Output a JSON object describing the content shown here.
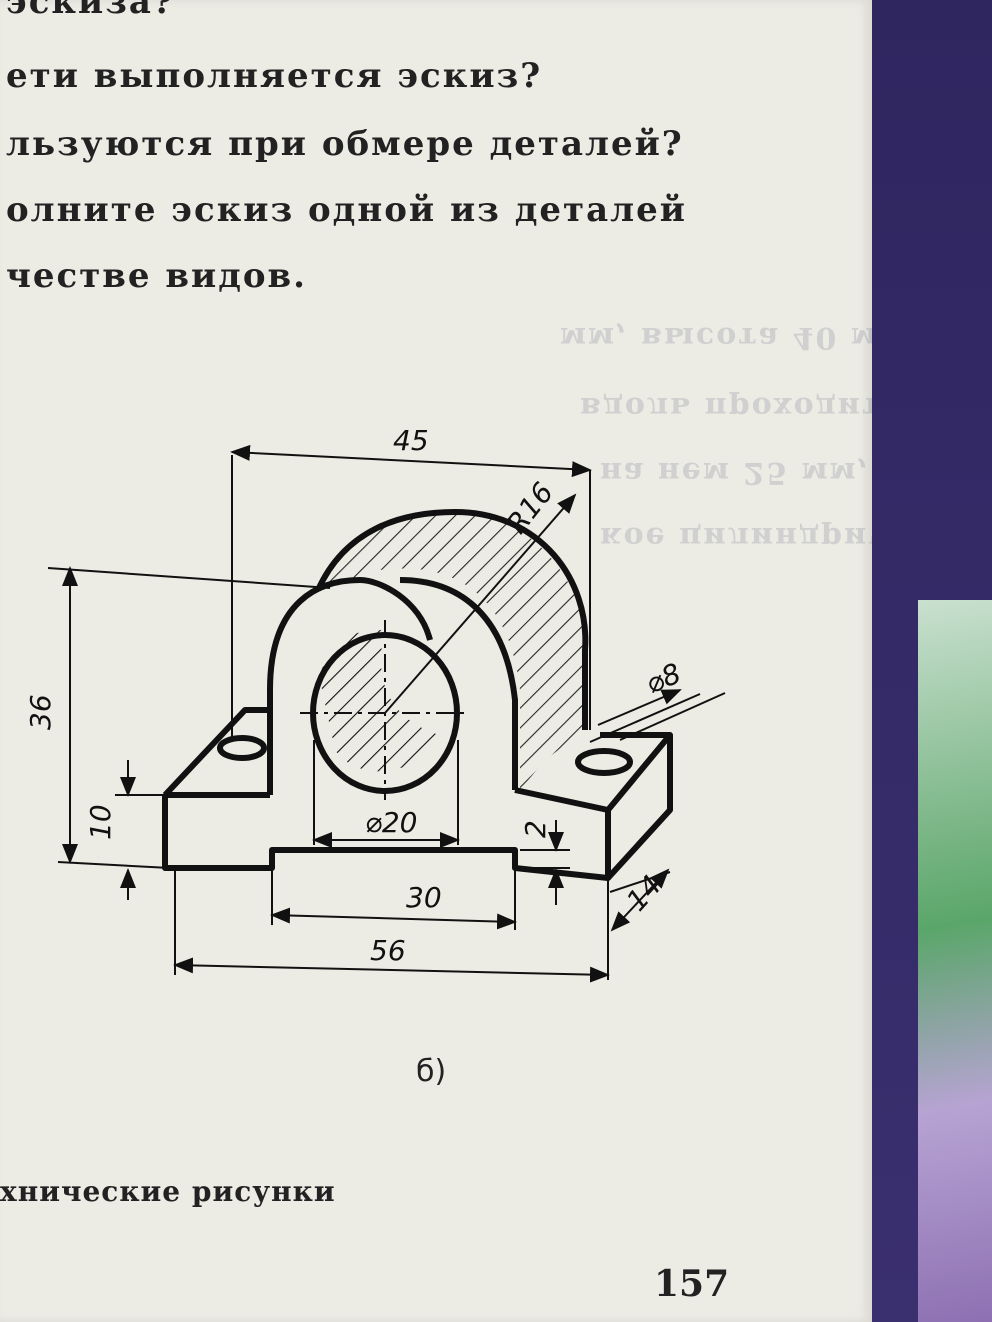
{
  "text_lines": [
    "эскиза?",
    "ети выполняется эскиз?",
    "льзуются при обмере деталей?",
    "олните эскиз одной из деталей",
    "честве видов."
  ],
  "dimensions": {
    "width_top": "45",
    "radius": "R16",
    "hole_small": "⌀8",
    "height_total": "36",
    "base_height": "10",
    "bore": "⌀20",
    "recess_depth": "2",
    "recess_width": "30",
    "length_total": "56",
    "depth": "14"
  },
  "caption": "б)",
  "footer_text": "хнические рисунки",
  "page_number": "157"
}
